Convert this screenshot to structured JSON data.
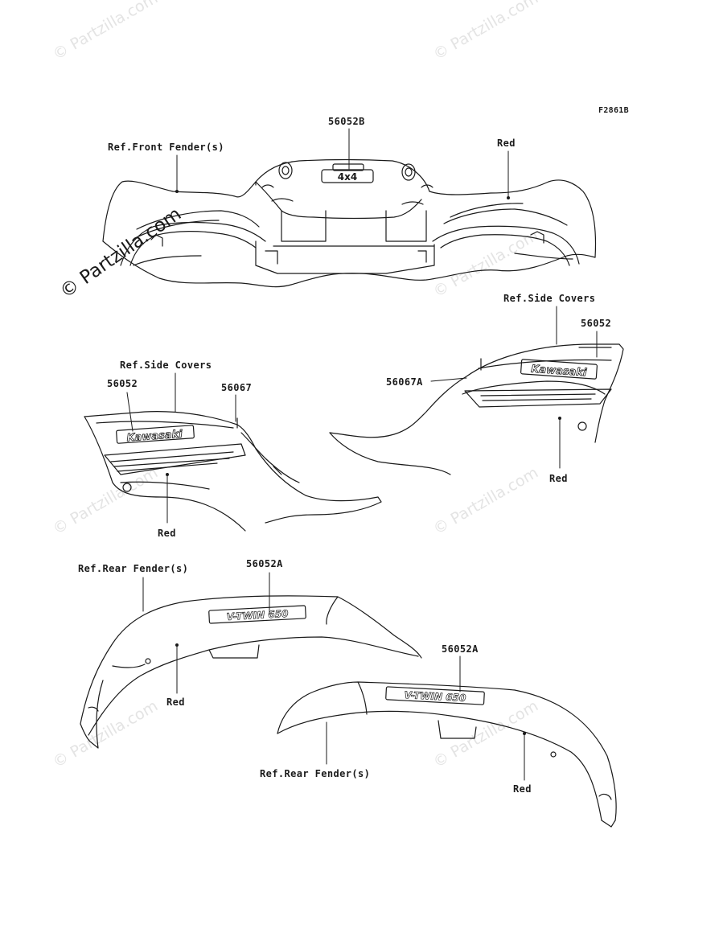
{
  "diagram": {
    "figure_code": "F2861B",
    "watermark_text": "© Partzilla.com",
    "color": {
      "line": "#1a1a1a",
      "background": "#ffffff",
      "watermark": "#e4e4e4"
    },
    "front_fender": {
      "part_number": "56052B",
      "ref_label": "Ref.Front Fender(s)",
      "color_note": "Red",
      "decal_text": "4x4"
    },
    "left_side_cover": {
      "ref_label": "Ref.Side Covers",
      "part_number_decal": "56052",
      "part_number_stripe": "56067",
      "color_note": "Red",
      "decal_text": "Kawasaki"
    },
    "right_side_cover": {
      "ref_label": "Ref.Side Covers",
      "part_number_decal": "56052",
      "part_number_stripe": "56067A",
      "color_note": "Red",
      "decal_text": "Kawasaki"
    },
    "rear_fender_left": {
      "ref_label": "Ref.Rear Fender(s)",
      "part_number": "56052A",
      "color_note": "Red",
      "decal_text": "V-TWIN 650"
    },
    "rear_fender_right": {
      "ref_label": "Ref.Rear Fender(s)",
      "part_number": "56052A",
      "color_note": "Red",
      "decal_text": "V-TWIN 650"
    }
  }
}
